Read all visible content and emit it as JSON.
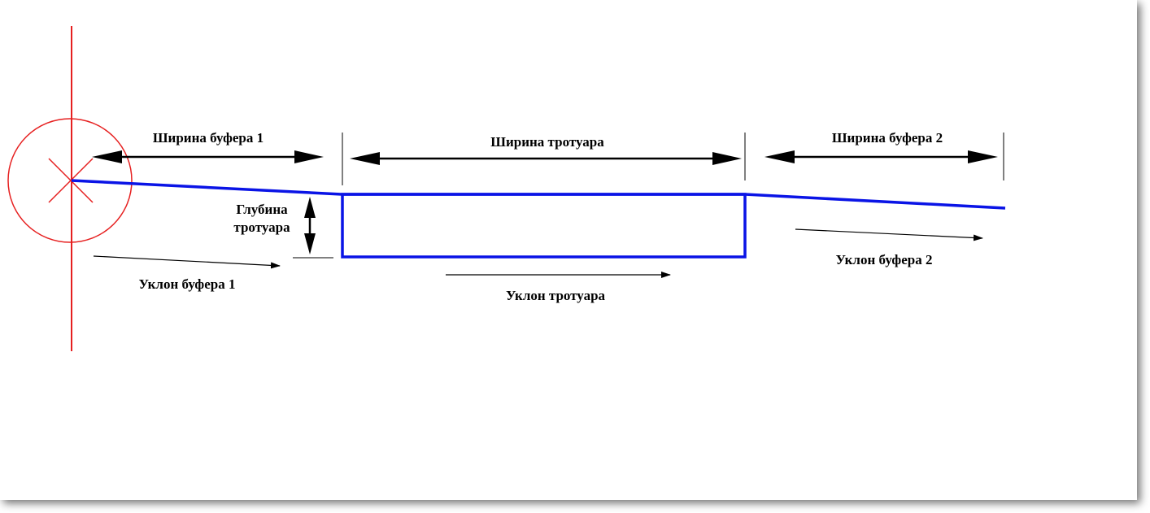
{
  "labels": {
    "buffer1_width": "Ширина буфера 1",
    "sidewalk_width": "Ширина тротуара",
    "buffer2_width": "Ширина буфера 2",
    "sidewalk_depth_line1": "Глубина",
    "sidewalk_depth_line2": "тротуара",
    "buffer1_slope": "Уклон буфера 1",
    "sidewalk_slope": "Уклон тротуара",
    "buffer2_slope": "Уклон буфера 2"
  },
  "colors": {
    "profile_line": "#0a14e6",
    "reference_marker": "#e62020",
    "dimension_arrows": "#000000"
  }
}
